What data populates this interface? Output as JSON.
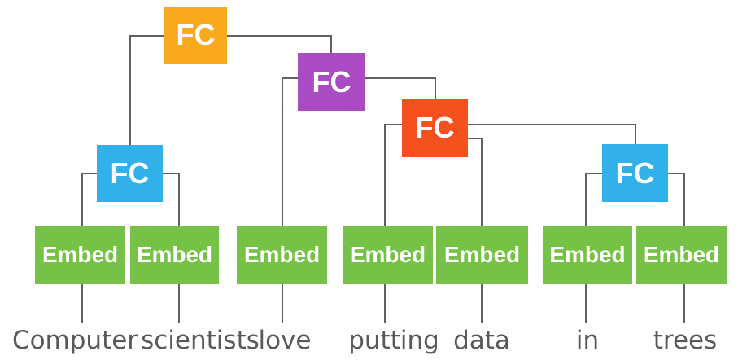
{
  "diagram": {
    "type": "tree-network",
    "description_labels": {
      "fc": "FC",
      "embed": "Embed"
    }
  },
  "colors": {
    "orange": "#F9A91E",
    "purple": "#AA4BC4",
    "red": "#F4511E",
    "blue": "#31B0EA",
    "green": "#75C247",
    "line": "#606062",
    "text": "#58595B"
  },
  "nodes": [
    {
      "id": "fc-root",
      "label": "FC",
      "color": "#F9A91E"
    },
    {
      "id": "fc-love-phrase",
      "label": "FC",
      "color": "#AA4BC4"
    },
    {
      "id": "fc-putting-phrase",
      "label": "FC",
      "color": "#F4511E"
    },
    {
      "id": "fc-computer-scientists",
      "label": "FC",
      "color": "#31B0EA"
    },
    {
      "id": "fc-in-trees",
      "label": "FC",
      "color": "#31B0EA"
    },
    {
      "id": "embed-computer",
      "label": "Embed",
      "color": "#75C247"
    },
    {
      "id": "embed-scientists",
      "label": "Embed",
      "color": "#75C247"
    },
    {
      "id": "embed-love",
      "label": "Embed",
      "color": "#75C247"
    },
    {
      "id": "embed-putting",
      "label": "Embed",
      "color": "#75C247"
    },
    {
      "id": "embed-data",
      "label": "Embed",
      "color": "#75C247"
    },
    {
      "id": "embed-in",
      "label": "Embed",
      "color": "#75C247"
    },
    {
      "id": "embed-trees",
      "label": "Embed",
      "color": "#75C247"
    }
  ],
  "sentence": {
    "text": "Computer scientists love putting data in trees",
    "words": [
      "Computer",
      "scientists",
      "love",
      "putting",
      "data",
      "in",
      "trees"
    ]
  }
}
